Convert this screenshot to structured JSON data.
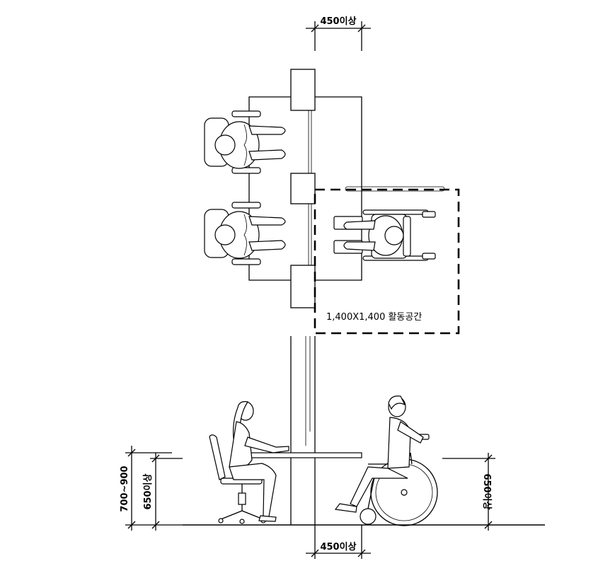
{
  "dimensions": {
    "top_width": "450이상",
    "bottom_width": "450이상",
    "desk_height_range": "700~900",
    "knee_clearance_left": "650이상",
    "knee_clearance_right": "650이상"
  },
  "activity_space": {
    "label": "1,400X1,400 활동공간"
  }
}
